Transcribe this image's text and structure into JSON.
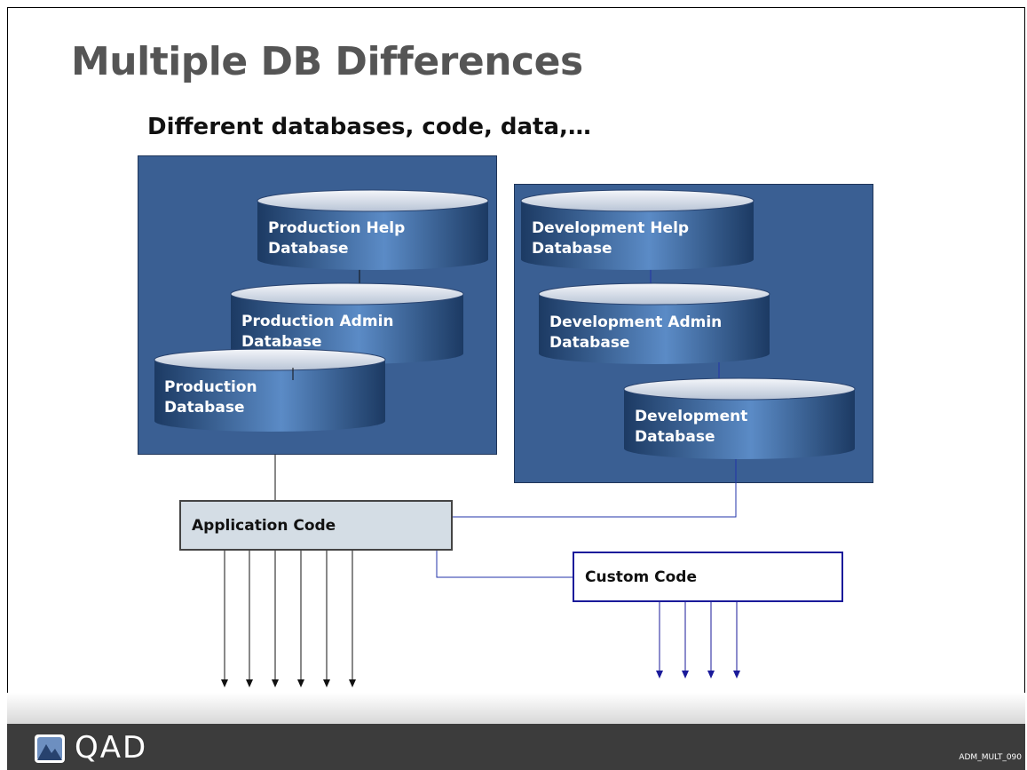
{
  "slide": {
    "title": "Multiple DB Differences",
    "subtitle": "Different databases, code, data,…",
    "footer_id": "ADM_MULT_090",
    "logo_text": "QAD"
  },
  "production": {
    "help_db": [
      "Production Help",
      "Database"
    ],
    "admin_db": [
      "Production Admin",
      "Database"
    ],
    "main_db": [
      "Production",
      "Database"
    ]
  },
  "development": {
    "help_db": [
      "Development Help",
      "Database"
    ],
    "admin_db": [
      "Development Admin",
      "Database"
    ],
    "main_db": [
      "Development",
      "Database"
    ]
  },
  "boxes": {
    "application_code": "Application Code",
    "custom_code": "Custom Code"
  },
  "colors": {
    "panel": "#3a5f93",
    "cylinder_dark": "#1c3a63",
    "cylinder_light": "#5b8bc6",
    "app_box": "#d4dde5",
    "custom_border": "#1a1a9a",
    "footer": "#3c3c3c"
  },
  "output_arrows": {
    "application_code_count": 6,
    "custom_code_count": 4
  }
}
